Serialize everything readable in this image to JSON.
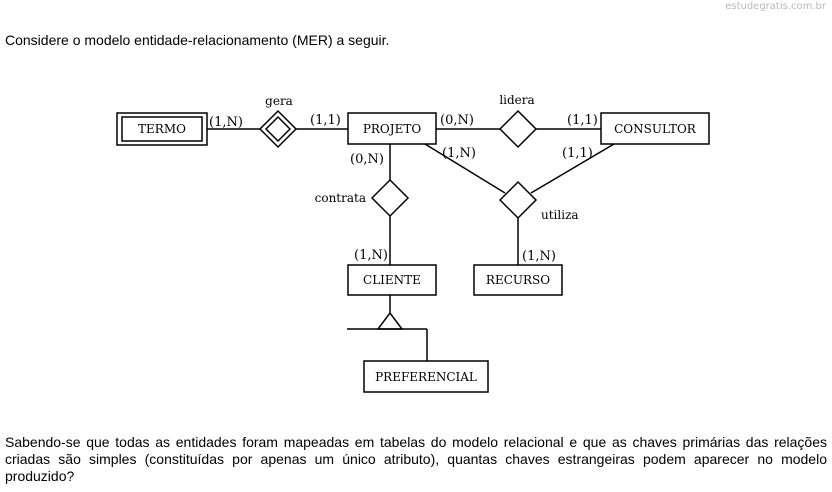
{
  "watermark": "estudegratis.com.br",
  "intro_text": "Considere o modelo entidade-relacionamento (MER) a seguir.",
  "diagram": {
    "entities": {
      "termo": "TERMO",
      "projeto": "PROJETO",
      "consultor": "CONSULTOR",
      "cliente": "CLIENTE",
      "recurso": "RECURSO",
      "preferencial": "PREFERENCIAL"
    },
    "relationships": {
      "gera": "gera",
      "lidera": "lidera",
      "contrata": "contrata",
      "utiliza": "utiliza"
    },
    "cardinalities": {
      "termo_gera": "(1,N)",
      "gera_projeto": "(1,1)",
      "projeto_lidera": "(0,N)",
      "lidera_consultor": "(1,1)",
      "projeto_contrata": "(0,N)",
      "projeto_utiliza": "(1,N)",
      "consultor_utiliza": "(1,1)",
      "contrata_cliente": "(1,N)",
      "utiliza_recurso": "(1,N)"
    }
  },
  "question_text": "Sabendo-se que todas as entidades foram mapeadas em tabelas do modelo relacional e que as chaves primárias das relações criadas são simples (constituídas por apenas um único atributo), quantas chaves estrangeiras podem aparecer no modelo produzido?"
}
